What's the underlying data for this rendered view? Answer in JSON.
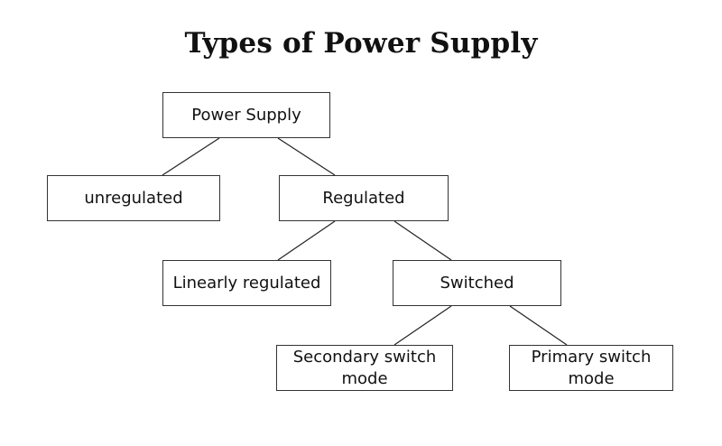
{
  "title": "Types of Power Supply",
  "nodes": {
    "power_supply": "Power Supply",
    "unregulated": "unregulated",
    "regulated": "Regulated",
    "linearly_regulated": "Linearly regulated",
    "switched": "Switched",
    "secondary_switch_mode": "Secondary switch mode",
    "primary_switch_mode": "Primary switch mode"
  },
  "edges": [
    [
      "power_supply",
      "unregulated"
    ],
    [
      "power_supply",
      "regulated"
    ],
    [
      "regulated",
      "linearly_regulated"
    ],
    [
      "regulated",
      "switched"
    ],
    [
      "switched",
      "secondary_switch_mode"
    ],
    [
      "switched",
      "primary_switch_mode"
    ]
  ]
}
